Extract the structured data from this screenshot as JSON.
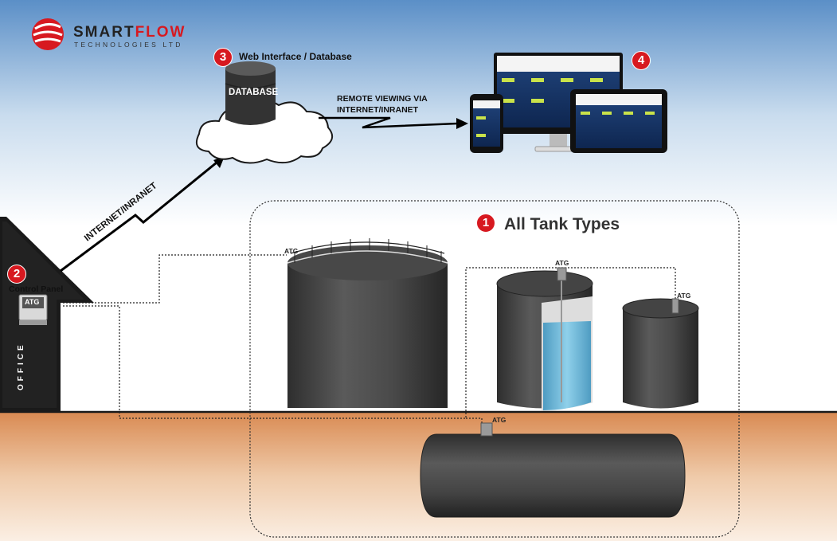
{
  "logo": {
    "name_part1": "SMART",
    "name_part2": "FLOW",
    "subtitle": "TECHNOLOGIES LTD"
  },
  "steps": {
    "s1": {
      "number": "1",
      "label": "All Tank Types"
    },
    "s2": {
      "number": "2",
      "label": "Control Panel"
    },
    "s3": {
      "number": "3",
      "label": "Web Interface / Database"
    },
    "s4": {
      "number": "4"
    }
  },
  "database": {
    "label": "DATABASE"
  },
  "links": {
    "internet": "INTERNET/INRANET",
    "remote": "REMOTE VIEWING VIA INTERNET/INRANET"
  },
  "office": {
    "label": "OFFICE"
  },
  "atg": {
    "panel": "ATG",
    "sensor": "ATG"
  },
  "colors": {
    "brand_red": "#d71920",
    "sky_top": "#5b8fc7",
    "ground": "#e3a77a",
    "tank": "#3a3a3a",
    "liquid": "#6fb6d6"
  }
}
